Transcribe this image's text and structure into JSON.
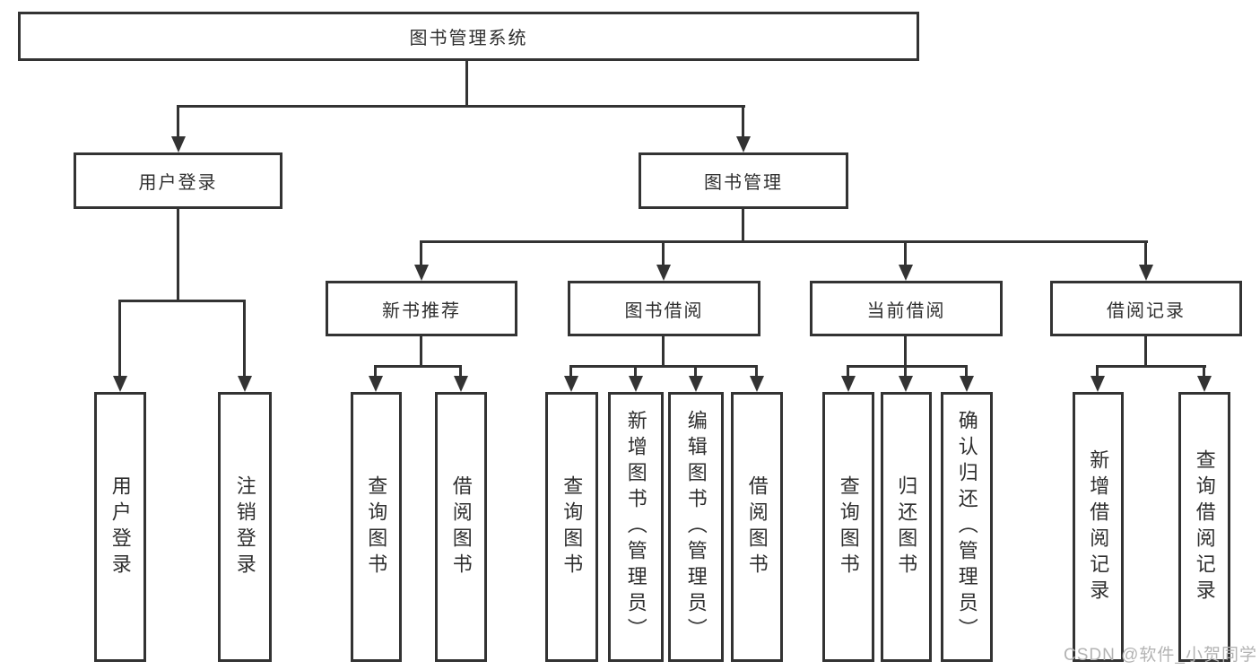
{
  "nodes": {
    "root": "图书管理系统",
    "level2": [
      "用户登录",
      "图书管理"
    ],
    "level3": [
      "新书推荐",
      "图书借阅",
      "当前借阅",
      "借阅记录"
    ],
    "level4": {
      "user_login": [
        "用户登录",
        "注销登录"
      ],
      "new_books": [
        "查询图书",
        "借阅图书"
      ],
      "book_borrow": [
        "查询图书",
        "新增图书（管理员）",
        "编辑图书（管理员）",
        "借阅图书"
      ],
      "current_borrow": [
        "查询图书",
        "归还图书",
        "确认归还（管理员）"
      ],
      "borrow_records": [
        "新增借阅记录",
        "查询借阅记录"
      ]
    }
  },
  "watermark": "CSDN @软件_小贺同学",
  "colors": {
    "line": "#333333",
    "box_border": "#333333",
    "text": "#2f2f2f",
    "background": "#ffffff",
    "watermark": "#b3b3b3"
  }
}
